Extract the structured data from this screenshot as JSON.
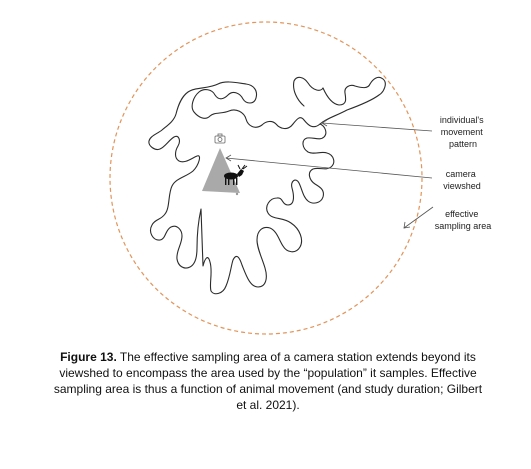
{
  "labels": {
    "movement": [
      "individual's",
      "movement",
      "pattern"
    ],
    "viewshed": [
      "camera",
      "viewshed"
    ],
    "sampling": [
      "effective",
      "sampling area"
    ]
  },
  "caption": {
    "label": "Figure 13.",
    "text": " The effective sampling area of a camera station extends beyond its viewshed to encompass the area used by the “population” it samples. Effective sampling area is thus a function of animal movement (and study duration; Gilbert et al. 2021)."
  },
  "colors": {
    "boundary": "#e2945a",
    "path": "#2b2b2b",
    "viewshed": "#a9a9a9",
    "pointer": "#555555"
  },
  "icons": [
    "camera-icon",
    "moose-icon"
  ]
}
